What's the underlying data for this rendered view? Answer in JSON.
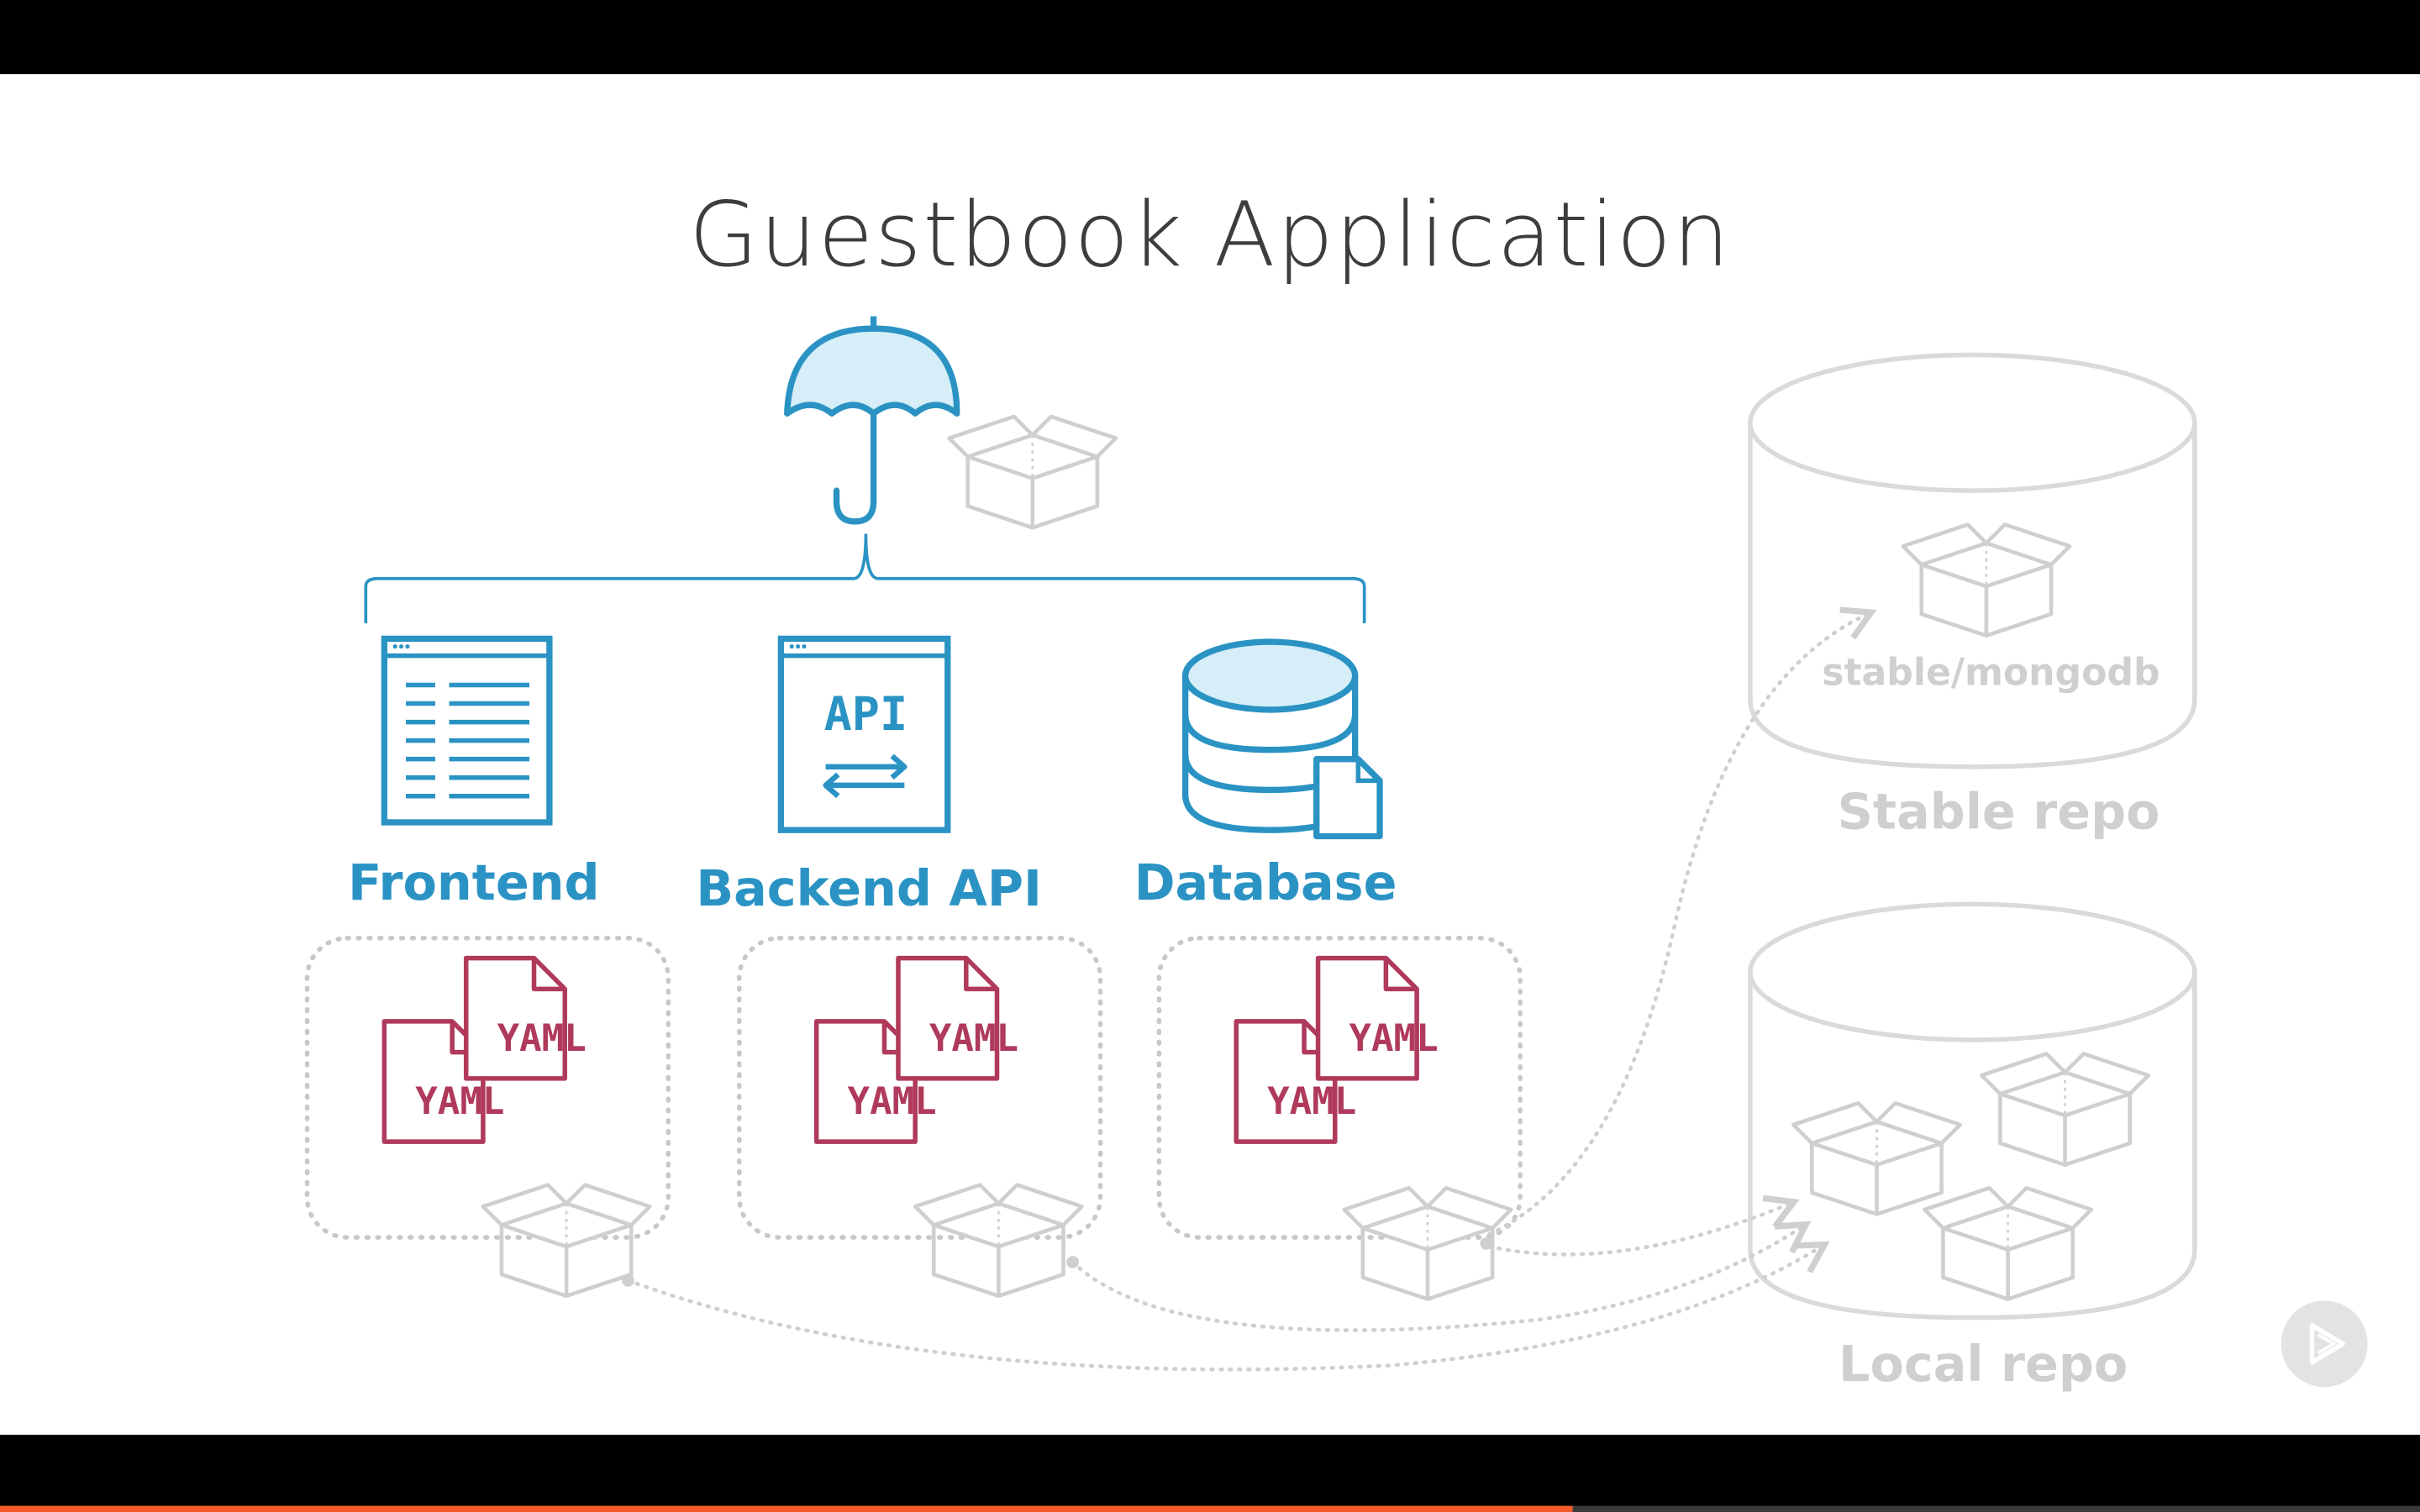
{
  "slide": {
    "title": "Guestbook Application",
    "components": [
      {
        "label": "Frontend",
        "icon": "browser-list-icon"
      },
      {
        "label": "Backend API",
        "icon": "api-window-icon",
        "icon_text": "API"
      },
      {
        "label": "Database",
        "icon": "database-icon"
      }
    ],
    "yaml_label": "YAML",
    "repos": {
      "stable": {
        "label": "Stable repo",
        "chart": "stable/mongodb"
      },
      "local": {
        "label": "Local repo"
      }
    }
  },
  "player": {
    "progress_fraction": 0.65,
    "play_icon": "play-icon"
  },
  "colors": {
    "blue": "#2a93c4",
    "crimson": "#b03a5b",
    "grey": "#cfcfcf",
    "orange": "#f15b2a"
  }
}
